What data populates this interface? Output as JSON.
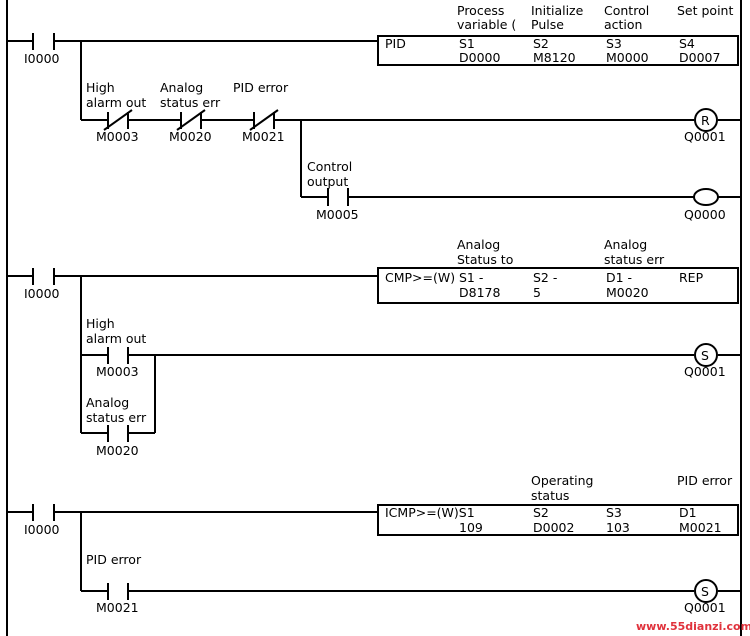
{
  "rung1": {
    "input": "I0000",
    "pid_box": {
      "head": "PID",
      "h1a": "Process",
      "h1b": "variable (",
      "h2a": "Initialize",
      "h2b": "Pulse",
      "h3a": "Control",
      "h3b": "action",
      "h4": "Set point",
      "s1": "S1",
      "v1": "D0000",
      "s2": "S2",
      "v2": "M8120",
      "s3": "S3",
      "v3": "M0000",
      "s4": "S4",
      "v4": "D0007"
    },
    "c1a": "High",
    "c1b": "alarm out",
    "c1addr": "M0003",
    "c2a": "Analog",
    "c2b": "status err",
    "c2addr": "M0020",
    "c3a": "PID error",
    "c3addr": "M0021",
    "reset_letter": "R",
    "reset_addr": "Q0001",
    "c4a": "Control",
    "c4b": "output",
    "c4addr": "M0005",
    "coil_addr": "Q0000"
  },
  "rung2": {
    "input": "I0000",
    "cmp_box": {
      "head": "CMP>=(W)",
      "h1a": "Analog",
      "h1b": "Status to",
      "h3a": "Analog",
      "h3b": "status err",
      "s1": "S1 -",
      "v1": "D8178",
      "s2": "S2 -",
      "v2": "5",
      "s3": "D1 -",
      "v3": "M0020",
      "s4": "REP"
    },
    "c1a": "High",
    "c1b": "alarm out",
    "c1addr": "M0003",
    "c2a": "Analog",
    "c2b": "status err",
    "c2addr": "M0020",
    "set_letter": "S",
    "set_addr": "Q0001"
  },
  "rung3": {
    "input": "I0000",
    "icmp_box": {
      "head": "ICMP>=(W)S1",
      "h2a": "Operating",
      "h2b": "status",
      "h4": "PID error",
      "v1": "109",
      "s2": "S2",
      "v2": "D0002",
      "s3": "S3",
      "v3": "103",
      "s4": "D1",
      "v4": "M0021"
    },
    "c1a": "PID error",
    "c1addr": "M0021",
    "set_letter": "S",
    "set_addr": "Q0001"
  },
  "watermark": "www.55dianzi.com"
}
